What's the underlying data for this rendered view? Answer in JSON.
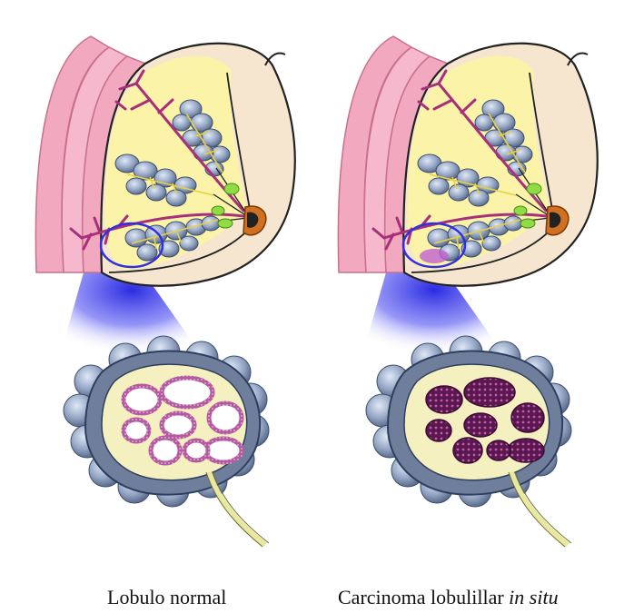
{
  "captions": {
    "normal": "Lobulo normal",
    "carcinoma_main": "Carcinoma lobulillar",
    "carcinoma_italic": "in situ"
  },
  "colors": {
    "skin": "#f6e4cc",
    "fat": "#fbf4a8",
    "skin_layers": "#f2a9c0",
    "duct_purple": "#a8307a",
    "lobule_gray": "#6f7f9b",
    "lobule_light": "#a9b8d0",
    "lymph_green": "#8fdc45",
    "nipple": "#d07020",
    "highlight_blue": "#3030e0",
    "normal_acini_fill": "#ffffff",
    "carcinoma_acini_fill": "#5a1850"
  }
}
